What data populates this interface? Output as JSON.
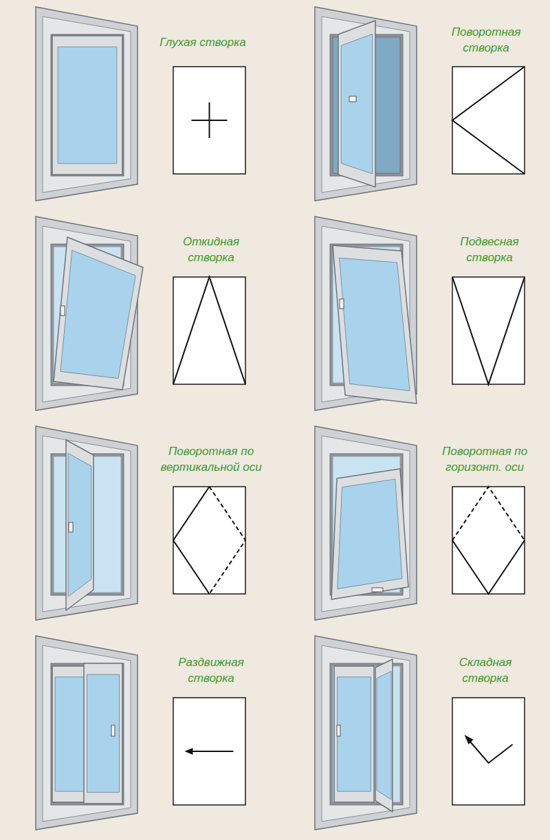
{
  "diagram": {
    "labels": [
      "Глухая створка",
      "Поворотная створка",
      "Откидная створка",
      "Подвесная створка",
      "Поворотная по вертикальной оси",
      "Поворотная по горизонт. оси",
      "Раздвижная створка",
      "Складная створка"
    ]
  }
}
